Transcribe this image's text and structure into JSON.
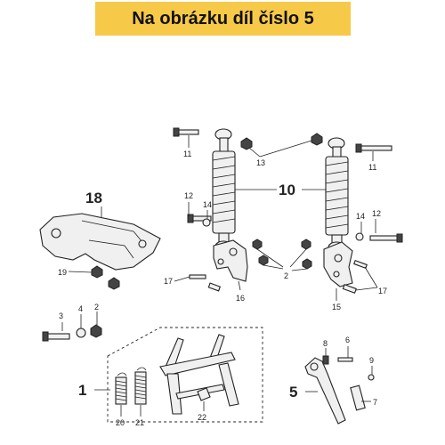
{
  "banner": {
    "text": "Na obrázku díl číslo 5",
    "color": "#f7c948"
  },
  "callouts": {
    "c1": "1",
    "c2a": "2",
    "c2b": "2",
    "c3": "3",
    "c4": "4",
    "c5": "5",
    "c6": "6",
    "c7": "7",
    "c8": "8",
    "c9": "9",
    "c10": "10",
    "c11a": "11",
    "c11b": "11",
    "c12a": "12",
    "c12b": "12",
    "c13": "13",
    "c14a": "14",
    "c14b": "14",
    "c15": "15",
    "c16": "16",
    "c17a": "17",
    "c17b": "17",
    "c18": "18",
    "c19": "19",
    "c20": "20",
    "c21": "21",
    "c22": "22"
  }
}
